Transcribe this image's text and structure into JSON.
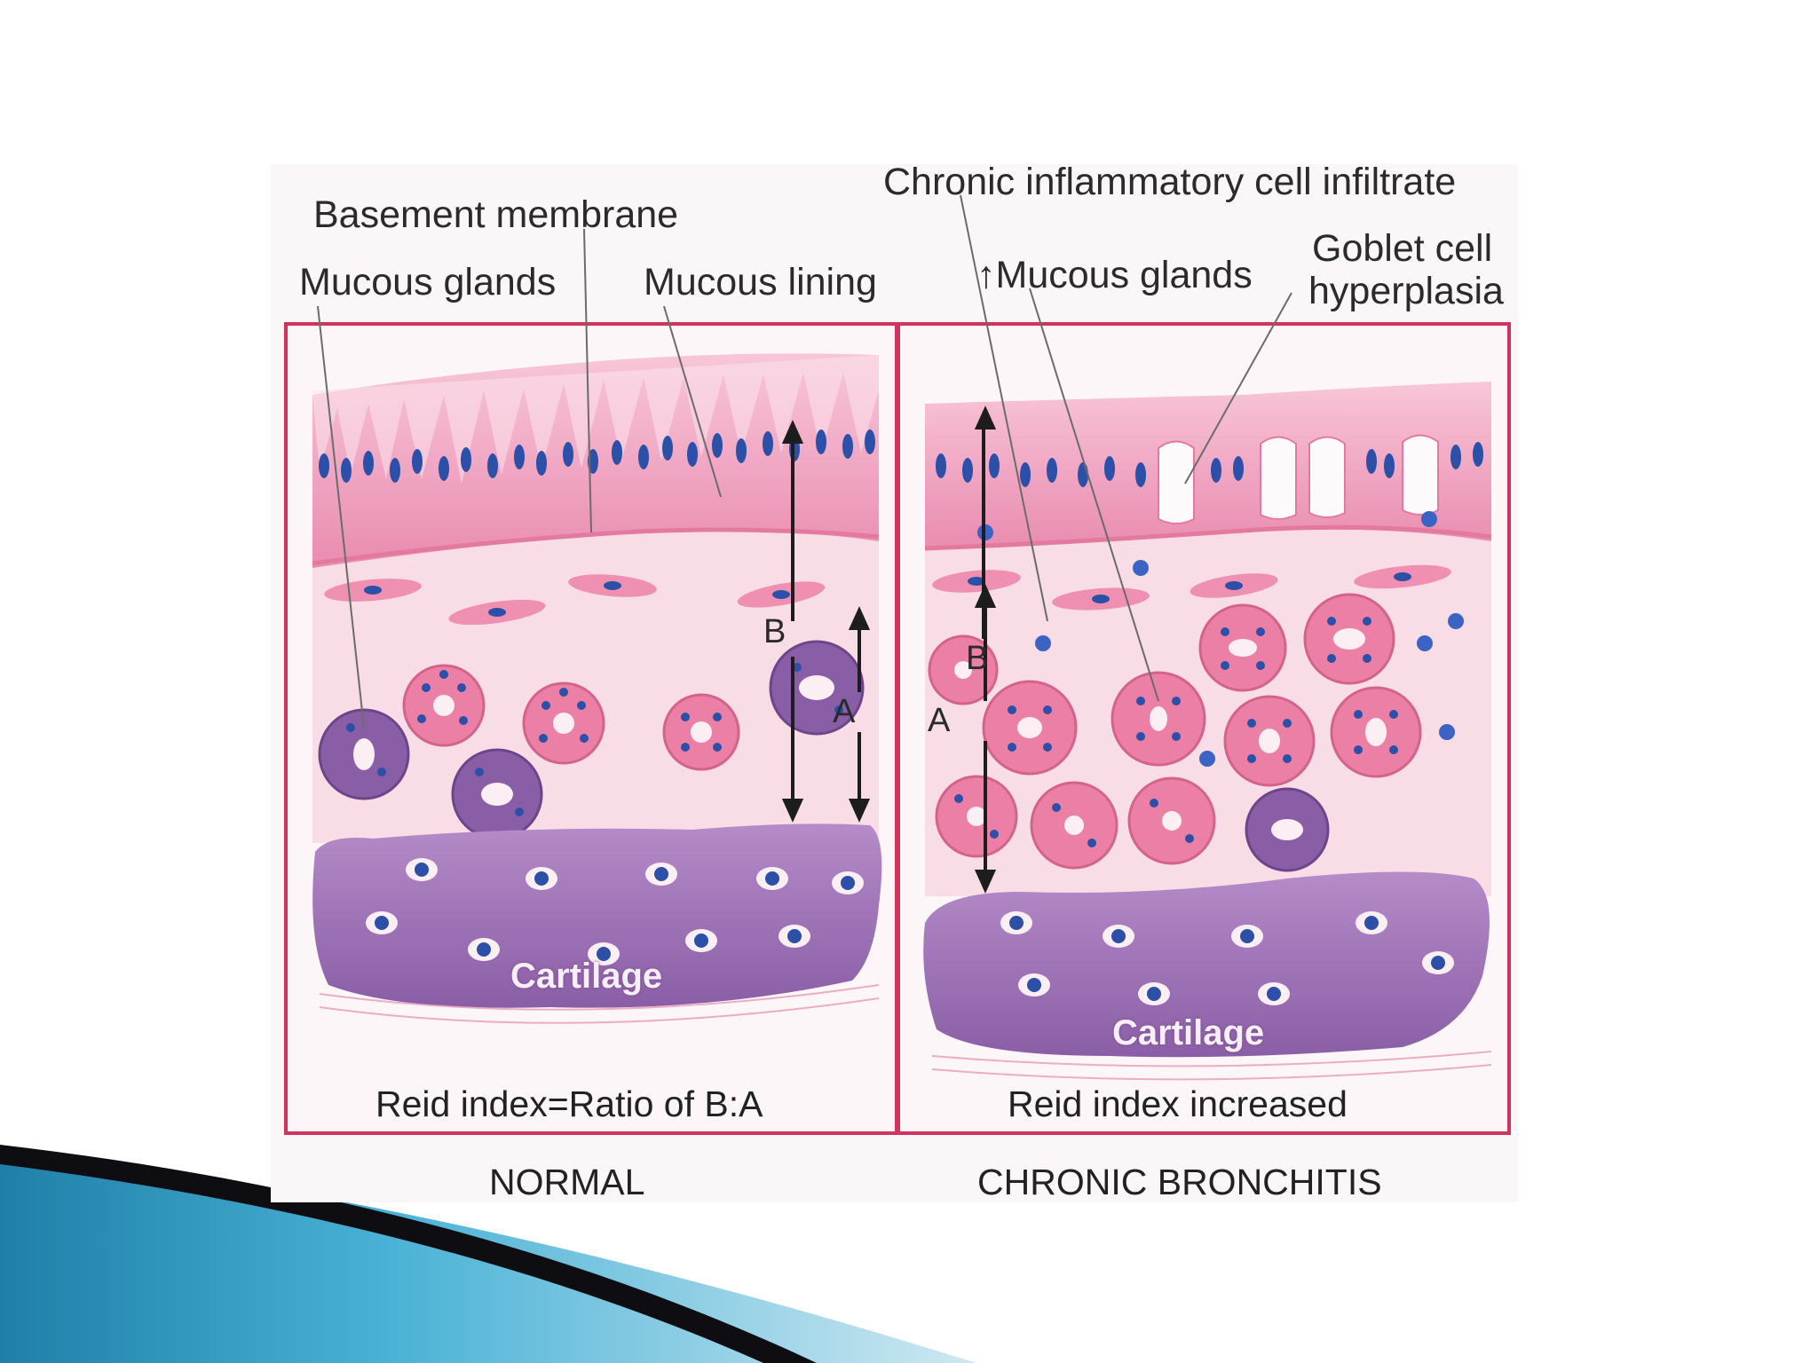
{
  "labels": {
    "basement_membrane": "Basement membrane",
    "mucous_glands": "Mucous glands",
    "mucous_lining": "Mucous lining",
    "chronic_infiltrate": "Chronic inflammatory cell infiltrate",
    "mucous_glands_increased": "↑Mucous glands",
    "goblet_line1": "Goblet cell",
    "goblet_line2": "hyperplasia"
  },
  "panels": {
    "normal": {
      "caption": "Reid index=Ratio of B:A",
      "cartilage": "Cartilage",
      "arrow_b": "B",
      "arrow_a": "A",
      "title": "NORMAL"
    },
    "chronic": {
      "caption": "Reid index increased",
      "cartilage": "Cartilage",
      "arrow_b": "B",
      "arrow_a": "A",
      "title": "CHRONIC BRONCHITIS"
    }
  },
  "colors": {
    "frame": "#d0335e",
    "epithelium": "#f090b4",
    "nucleus": "#2c4fa8",
    "gland": "#ec7fa6",
    "cartilage": "#9c6bb3",
    "swoosh_dark": "#0e0e12",
    "swoosh_blue": "#3a9fc8"
  }
}
